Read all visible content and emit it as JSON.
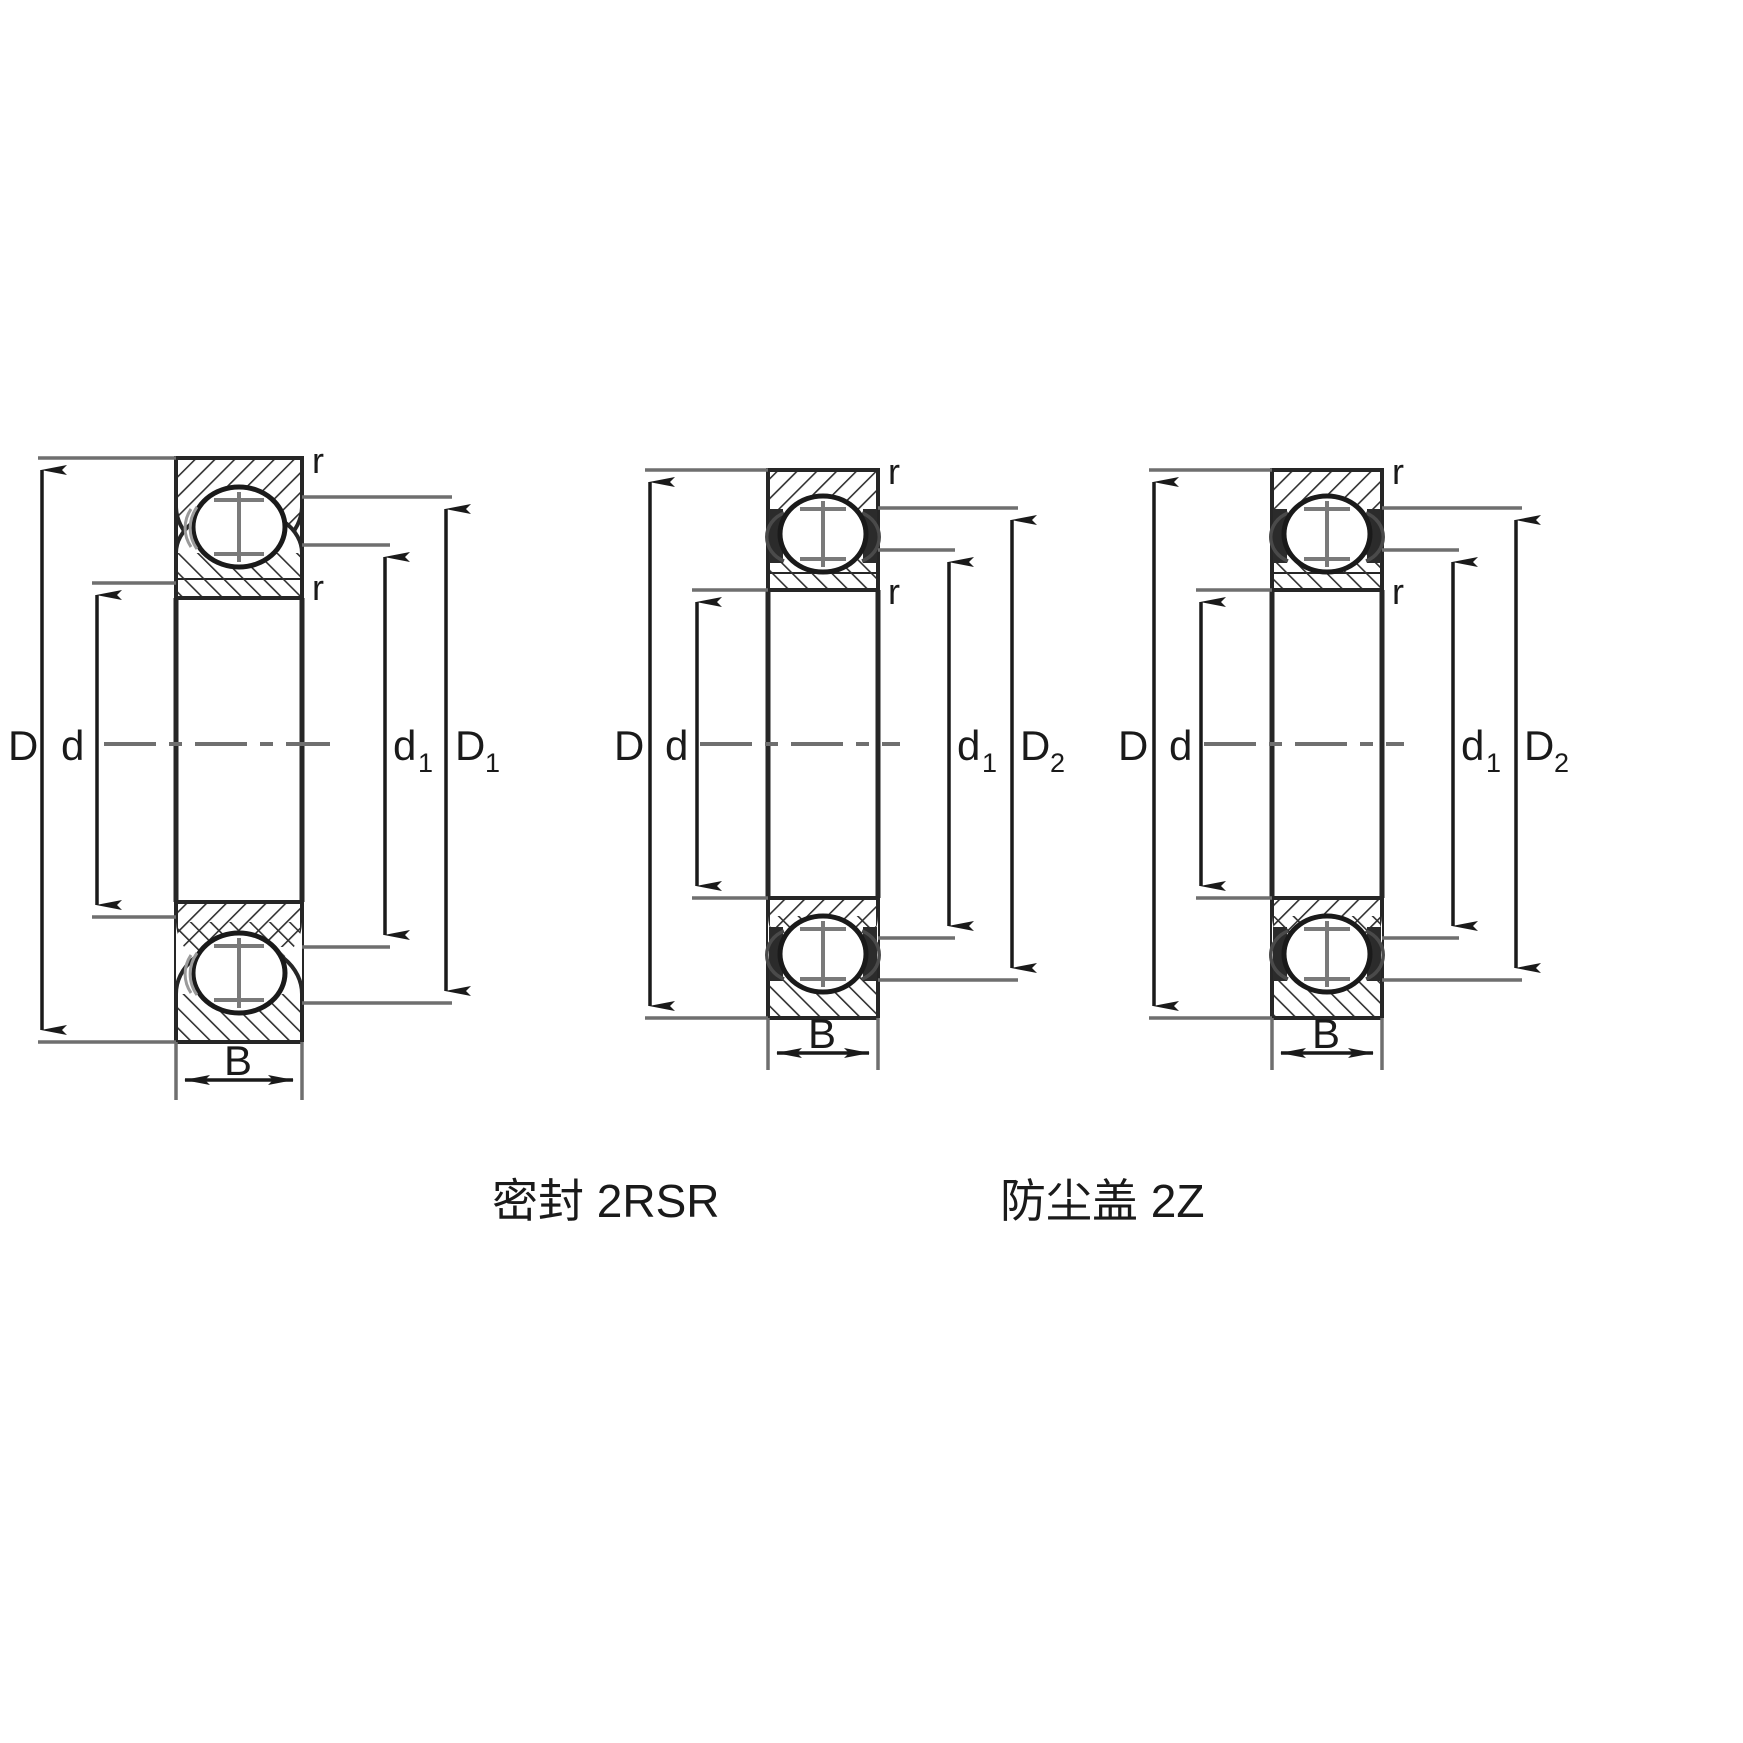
{
  "figure": {
    "type": "engineering-drawing",
    "subject": "deep-groove-ball-bearing-cross-sections",
    "background_color": "#ffffff",
    "line_color": "#262626",
    "hatch_color": "#333333"
  },
  "views": [
    {
      "id": "open",
      "caption": "",
      "dimensions": {
        "outer_diameter": "D",
        "bore_diameter": "d",
        "inner_ring_outer": "d",
        "inner_ring_outer_sub": "1",
        "outer_ring_inner": "D",
        "outer_ring_inner_sub": "1",
        "width": "B",
        "chamfer_upper": "r",
        "chamfer_lower": "r"
      }
    },
    {
      "id": "sealed",
      "caption": "密封 2RSR",
      "dimensions": {
        "outer_diameter": "D",
        "bore_diameter": "d",
        "seal_groove_inner": "d",
        "seal_groove_inner_sub": "1",
        "seal_groove_outer": "D",
        "seal_groove_outer_sub": "2",
        "width": "B",
        "chamfer_upper": "r",
        "chamfer_lower": "r"
      }
    },
    {
      "id": "shielded",
      "caption": "防尘盖 2Z",
      "dimensions": {
        "outer_diameter": "D",
        "bore_diameter": "d",
        "shield_groove_inner": "d",
        "shield_groove_inner_sub": "1",
        "shield_groove_outer": "D",
        "shield_groove_outer_sub": "2",
        "width": "B",
        "chamfer_upper": "r",
        "chamfer_lower": "r"
      }
    }
  ],
  "labels": {
    "D": "D",
    "d": "d",
    "B": "B",
    "r": "r",
    "sub1": "1",
    "sub2": "2",
    "caption_sealed": "密封 2RSR",
    "caption_shielded": "防尘盖 2Z"
  }
}
